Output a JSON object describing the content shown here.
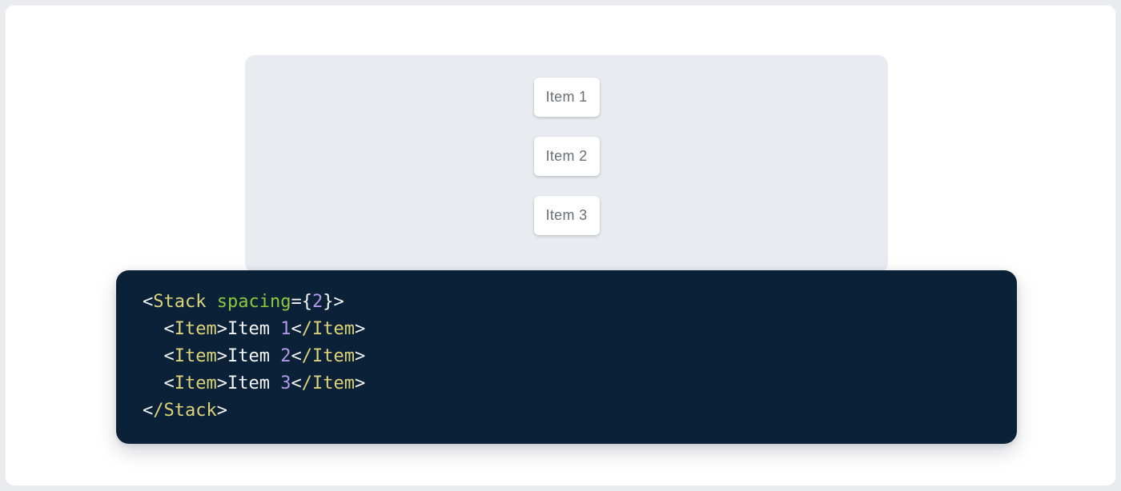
{
  "demo": {
    "items": [
      {
        "label": "Item 1"
      },
      {
        "label": "Item 2"
      },
      {
        "label": "Item 3"
      }
    ]
  },
  "code": {
    "language": "jsx",
    "source": "<Stack spacing={2}>\n  <Item>Item 1</Item>\n  <Item>Item 2</Item>\n  <Item>Item 3</Item>\n</Stack>",
    "lines": [
      [
        {
          "text": "<",
          "type": "punc"
        },
        {
          "text": "Stack",
          "type": "tag"
        },
        {
          "text": " ",
          "type": "plain"
        },
        {
          "text": "spacing",
          "type": "attr"
        },
        {
          "text": "=",
          "type": "punc"
        },
        {
          "text": "{",
          "type": "punc"
        },
        {
          "text": "2",
          "type": "num"
        },
        {
          "text": "}",
          "type": "punc"
        },
        {
          "text": ">",
          "type": "punc"
        }
      ],
      [
        {
          "text": "  ",
          "type": "plain"
        },
        {
          "text": "<",
          "type": "punc"
        },
        {
          "text": "Item",
          "type": "tag"
        },
        {
          "text": ">",
          "type": "punc"
        },
        {
          "text": "Item ",
          "type": "plain"
        },
        {
          "text": "1",
          "type": "num"
        },
        {
          "text": "<",
          "type": "punc"
        },
        {
          "text": "/Item",
          "type": "tag"
        },
        {
          "text": ">",
          "type": "punc"
        }
      ],
      [
        {
          "text": "  ",
          "type": "plain"
        },
        {
          "text": "<",
          "type": "punc"
        },
        {
          "text": "Item",
          "type": "tag"
        },
        {
          "text": ">",
          "type": "punc"
        },
        {
          "text": "Item ",
          "type": "plain"
        },
        {
          "text": "2",
          "type": "num"
        },
        {
          "text": "<",
          "type": "punc"
        },
        {
          "text": "/Item",
          "type": "tag"
        },
        {
          "text": ">",
          "type": "punc"
        }
      ],
      [
        {
          "text": "  ",
          "type": "plain"
        },
        {
          "text": "<",
          "type": "punc"
        },
        {
          "text": "Item",
          "type": "tag"
        },
        {
          "text": ">",
          "type": "punc"
        },
        {
          "text": "Item ",
          "type": "plain"
        },
        {
          "text": "3",
          "type": "num"
        },
        {
          "text": "<",
          "type": "punc"
        },
        {
          "text": "/Item",
          "type": "tag"
        },
        {
          "text": ">",
          "type": "punc"
        }
      ],
      [
        {
          "text": "<",
          "type": "punc"
        },
        {
          "text": "/Stack",
          "type": "tag"
        },
        {
          "text": ">",
          "type": "punc"
        }
      ]
    ]
  },
  "colors": {
    "outer_bg": "#E9EBEF",
    "page_bg": "#FFFFFF",
    "panel_bg": "#E8ECF1",
    "card_bg": "#FFFFFF",
    "card_text": "#6A7076",
    "code_bg": "#0B2137",
    "code_text": "#F5F7F9",
    "tokens": {
      "tag": "#DCD37A",
      "attr": "#8CC83C",
      "num": "#B298E8",
      "punc": "#F5F7F9",
      "plain": "#F5F7F9"
    }
  }
}
